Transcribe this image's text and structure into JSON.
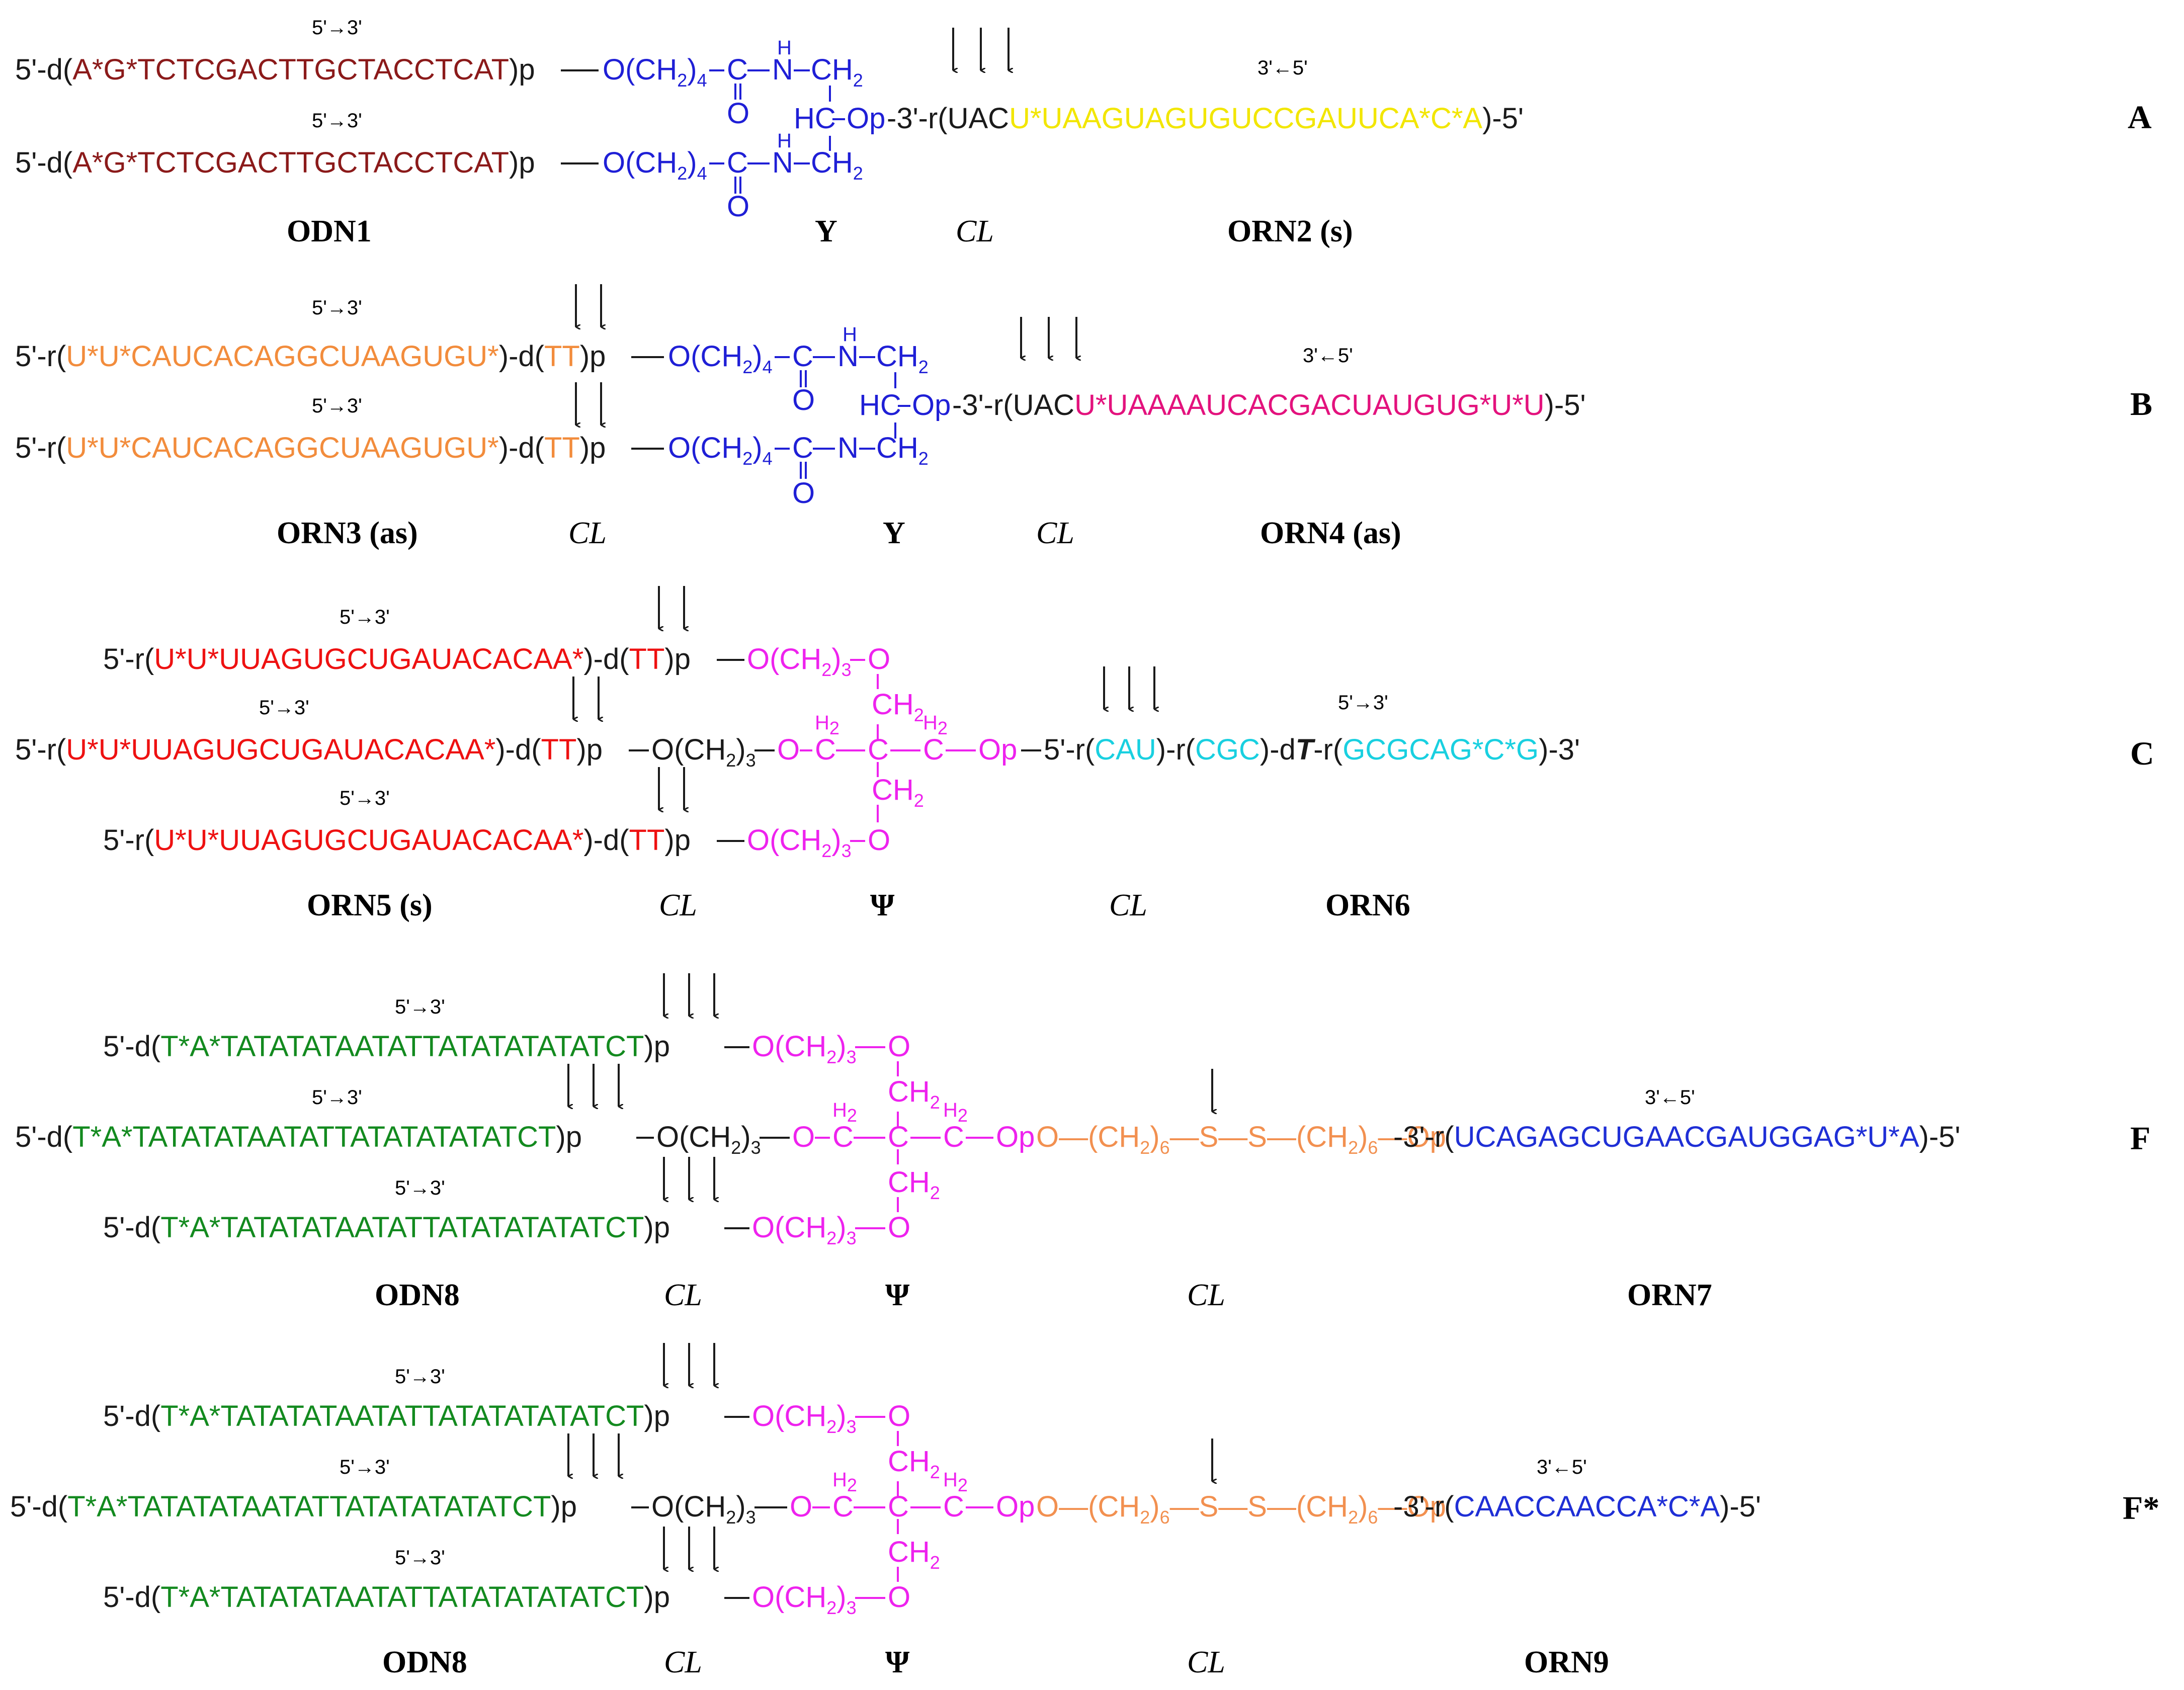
{
  "colors": {
    "black": "#1a1a1a",
    "odn1": "#8b1a1a",
    "orn2": "#f2e600",
    "linkerY": "#1f1fd6",
    "orn3": "#f28c3c",
    "orn4": "#e3127d",
    "orn5": "#ee1111",
    "orn6": "#19d0e0",
    "psi": "#ee22ee",
    "odn8": "#138a1f",
    "ss": "#f29050",
    "orn7": "#1f2fd6"
  },
  "dir": {
    "f53": "5'→3'",
    "r35": "3'←5'"
  },
  "A": {
    "odn": {
      "prefix": "5'-d(",
      "seq": "A*G*TCTCGACTTGCTACCTCAT",
      "suffix": ")p"
    },
    "linker_o": "O(CH2)4",
    "rna_prefix": "-3'-r(",
    "rna_black": "UAC",
    "rna_colored": "U*UAAGUAGUGUCCGAUUCA*C*A",
    "rna_suffix": ")-5'",
    "labels": [
      "ODN1",
      "Y",
      "CL",
      "ORN2 (s)"
    ],
    "panel": "A"
  },
  "B": {
    "orn3": {
      "prefix": "5'-r(",
      "seq": "U*U*CAUCACAGGCUAAGUGU*",
      "mid": ")-d(",
      "tt": "TT",
      "suffix": ")p"
    },
    "rna_prefix": "-3'-r(",
    "rna_black": "UAC",
    "rna_colored": "U*UAAAAUCACGACUAUGUG*U*U",
    "rna_suffix": ")-5'",
    "labels": [
      "ORN3 (as)",
      "CL",
      "Y",
      "CL",
      "ORN4 (as)"
    ],
    "panel": "B"
  },
  "C": {
    "orn5": {
      "prefix": "5'-r(",
      "seq": "U*U*UUAGUGCUGAUACACAA*",
      "mid": ")-d(",
      "tt": "TT",
      "suffix": ")p"
    },
    "orn6_parts": [
      "5'-r(",
      "CAU",
      ")-r(",
      "CGC",
      ")-d",
      "T",
      "-r(",
      "GCGCAG*C*G",
      ")-3'"
    ],
    "labels": [
      "ORN5 (s)",
      "CL",
      "Ψ",
      "CL",
      "ORN6"
    ],
    "panel": "C"
  },
  "F": {
    "odn8": {
      "prefix": "5'-d(",
      "seq": "T*A*TATATATAATATTATATATATATCT",
      "suffix": ")p"
    },
    "rna_prefix": "-3'-r(",
    "rna": "UCAGAGCUGAACGAUGGAG*U*A",
    "rna_suffix": ")-5'",
    "labels": [
      "ODN8",
      "CL",
      "Ψ",
      "CL",
      "ORN7"
    ],
    "panel": "F"
  },
  "Fstar": {
    "rna": "CAACCAACCA*C*A",
    "labels": [
      "ODN8",
      "CL",
      "Ψ",
      "CL",
      "ORN9"
    ],
    "panel": "F*"
  }
}
